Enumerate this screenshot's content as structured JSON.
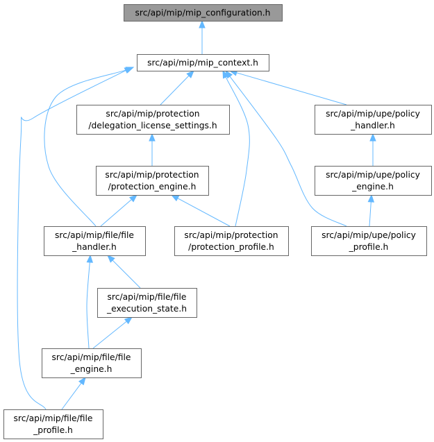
{
  "nodes": [
    {
      "id": "mip_configuration",
      "lines": [
        "src/api/mip/mip_configuration.h"
      ],
      "highlight": true
    },
    {
      "id": "mip_context",
      "lines": [
        "src/api/mip/mip_context.h"
      ]
    },
    {
      "id": "delegation_license_settings",
      "lines": [
        "src/api/mip/protection",
        "/delegation_license_settings.h"
      ]
    },
    {
      "id": "upe_policy_handler",
      "lines": [
        "src/api/mip/upe/policy",
        "_handler.h"
      ]
    },
    {
      "id": "protection_engine",
      "lines": [
        "src/api/mip/protection",
        "/protection_engine.h"
      ]
    },
    {
      "id": "upe_policy_engine",
      "lines": [
        "src/api/mip/upe/policy",
        "_engine.h"
      ]
    },
    {
      "id": "file_handler",
      "lines": [
        "src/api/mip/file/file",
        "_handler.h"
      ]
    },
    {
      "id": "protection_profile",
      "lines": [
        "src/api/mip/protection",
        "/protection_profile.h"
      ]
    },
    {
      "id": "upe_policy_profile",
      "lines": [
        "src/api/mip/upe/policy",
        "_profile.h"
      ]
    },
    {
      "id": "file_execution_state",
      "lines": [
        "src/api/mip/file/file",
        "_execution_state.h"
      ]
    },
    {
      "id": "file_engine",
      "lines": [
        "src/api/mip/file/file",
        "_engine.h"
      ]
    },
    {
      "id": "file_profile",
      "lines": [
        "src/api/mip/file/file",
        "_profile.h"
      ]
    }
  ],
  "edges": [
    {
      "from": "mip_context",
      "to": "mip_configuration"
    },
    {
      "from": "delegation_license_settings",
      "to": "mip_context"
    },
    {
      "from": "upe_policy_handler",
      "to": "mip_context"
    },
    {
      "from": "protection_profile",
      "to": "mip_context"
    },
    {
      "from": "upe_policy_profile",
      "to": "mip_context"
    },
    {
      "from": "file_handler",
      "to": "mip_context"
    },
    {
      "from": "file_profile",
      "to": "mip_context"
    },
    {
      "from": "protection_engine",
      "to": "delegation_license_settings"
    },
    {
      "from": "upe_policy_engine",
      "to": "upe_policy_handler"
    },
    {
      "from": "file_handler",
      "to": "protection_engine"
    },
    {
      "from": "protection_profile",
      "to": "protection_engine"
    },
    {
      "from": "upe_policy_profile",
      "to": "upe_policy_engine"
    },
    {
      "from": "file_execution_state",
      "to": "file_handler"
    },
    {
      "from": "file_engine",
      "to": "file_handler"
    },
    {
      "from": "file_engine",
      "to": "file_execution_state"
    },
    {
      "from": "file_profile",
      "to": "file_engine"
    }
  ],
  "colors": {
    "edge": "#63b8ff",
    "node_border": "#666666",
    "highlight_fill": "#999999"
  }
}
